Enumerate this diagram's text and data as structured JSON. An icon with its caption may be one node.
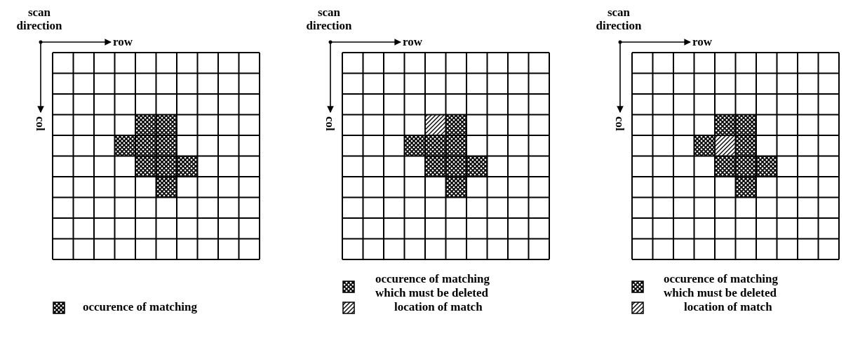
{
  "diagram": {
    "labels": [
      "scan direction",
      "scan direction",
      "scan direction",
      "row",
      "row",
      "row",
      "col",
      "col",
      "col"
    ],
    "legend": [
      {
        "text": "occurence of matching which must be deleted"
      },
      {
        "text": "occurence of matching which must be deleted"
      },
      {
        "text": "occurence of matching"
      },
      {
        "text": "location of match"
      },
      {
        "text": "location of match"
      }
    ]
  }
}
